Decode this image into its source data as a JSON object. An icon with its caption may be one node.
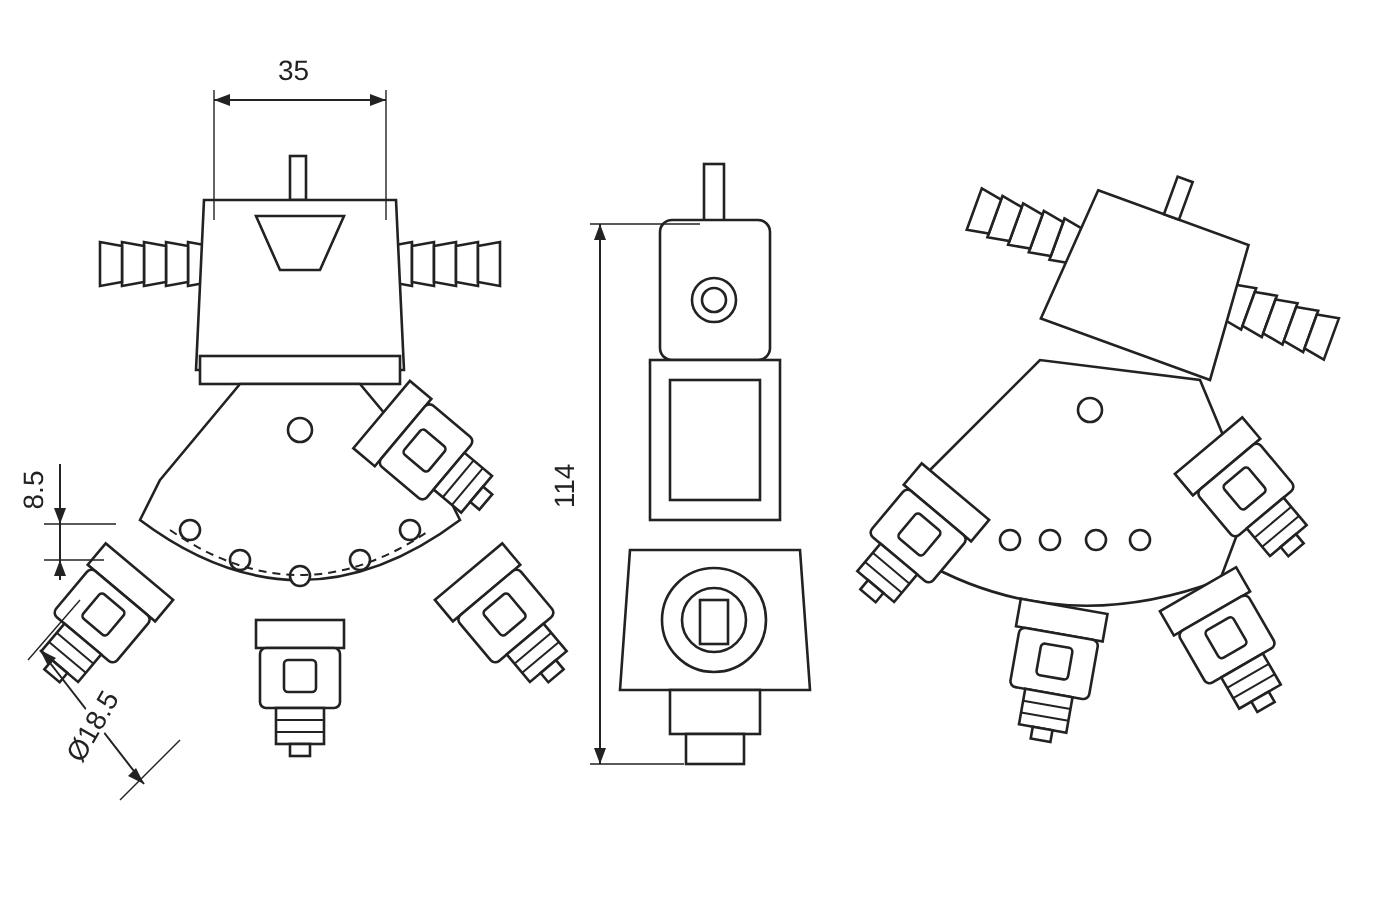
{
  "diagram": {
    "labels": [
      "35",
      "114",
      "8.5",
      "Ø18.5"
    ]
  }
}
